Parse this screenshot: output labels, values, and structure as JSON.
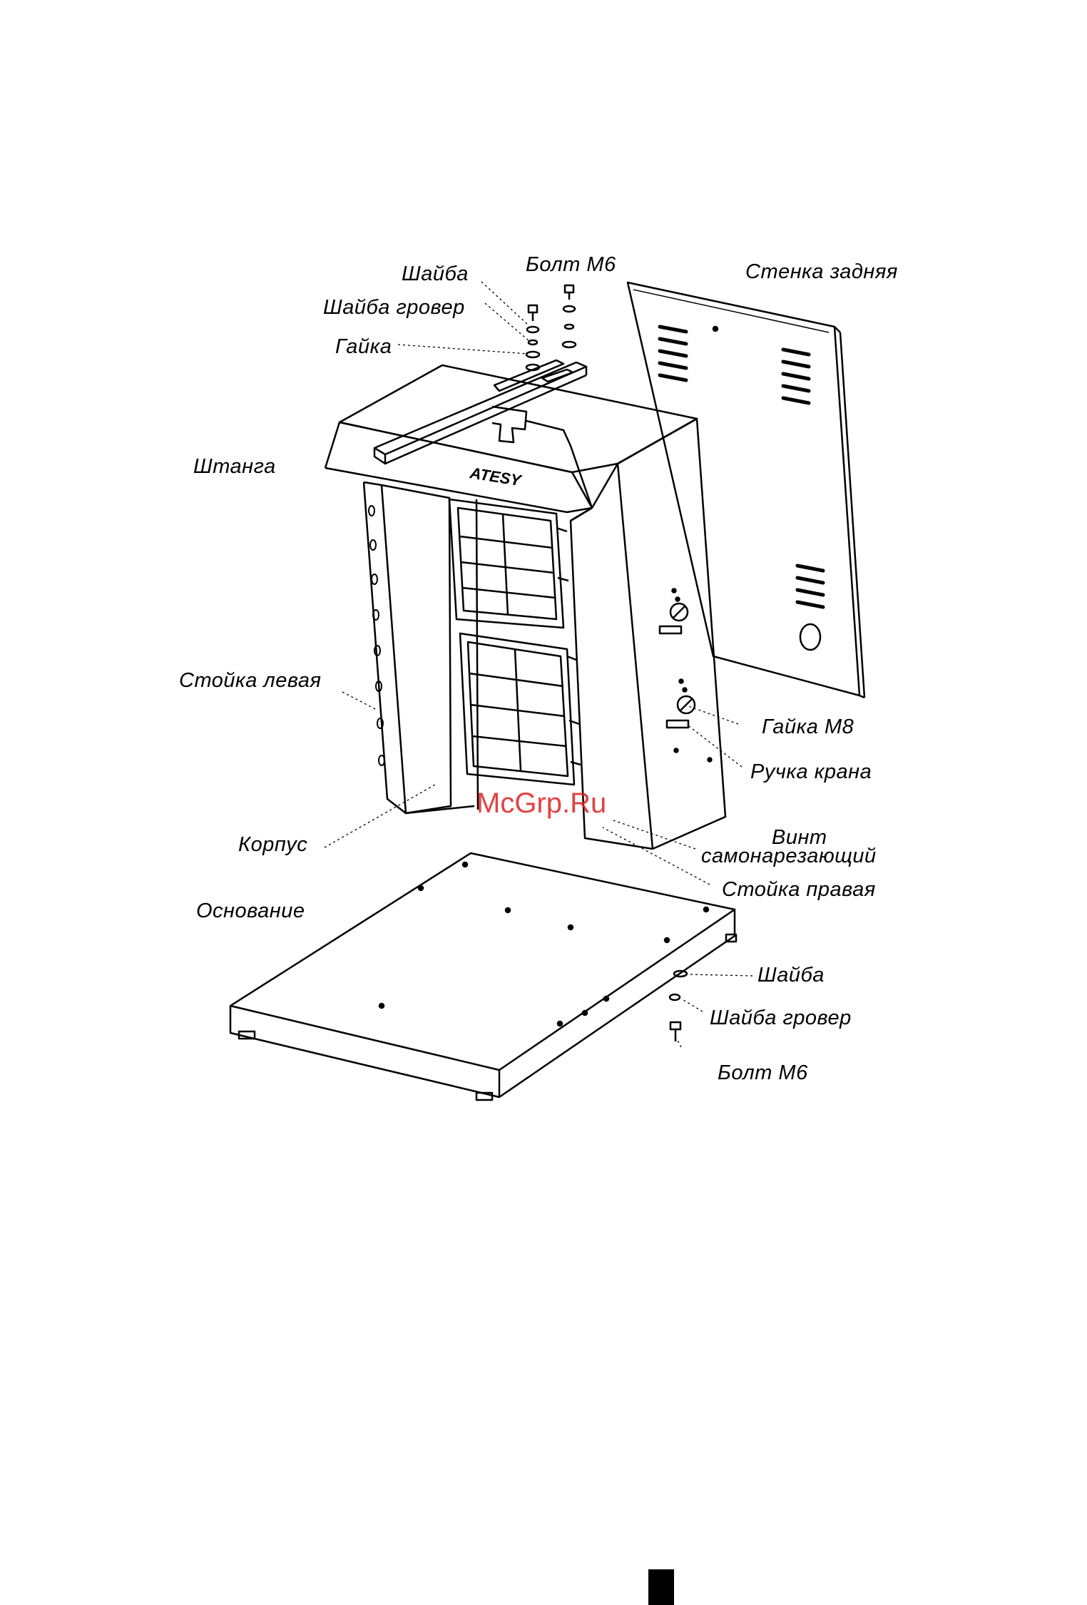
{
  "labels": {
    "shaiba_top": "Шайба",
    "bolt_m6_top": "Болт М6",
    "stenka_zadnyaya": "Стенка задняя",
    "shaiba_grover_top": "Шайба гровер",
    "gaika": "Гайка",
    "shtanga": "Штанга",
    "stoika_levaya": "Стойка левая",
    "gaika_m8": "Гайка М8",
    "ruchka_krana": "Ручка крана",
    "vint_line1": "Винт",
    "vint_line2": "самонарезающий",
    "korpus": "Корпус",
    "stoika_pravaya": "Стойка правая",
    "osnovanie": "Основание",
    "shaiba_bottom": "Шайба",
    "shaiba_grover_bottom": "Шайба гровер",
    "bolt_m6_bottom": "Болт М6"
  },
  "brand": "ATESY",
  "watermark": "McGrp.Ru"
}
